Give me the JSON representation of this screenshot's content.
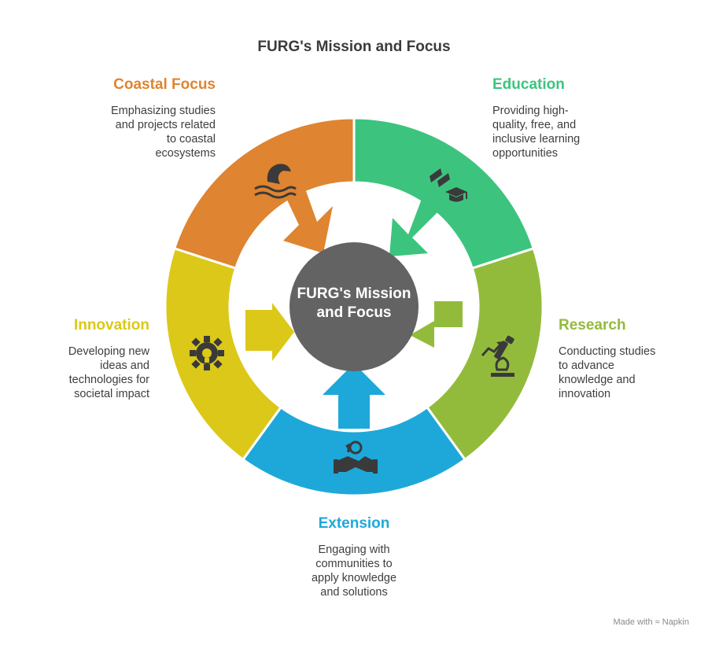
{
  "title": "FURG's Mission and Focus",
  "center": {
    "line1": "FURG's Mission",
    "line2": "and Focus"
  },
  "segments": [
    {
      "id": "education",
      "title": "Education",
      "color": "#3cc47f",
      "description": "Providing high-quality, free, and inclusive learning opportunities",
      "lines": [
        "Providing high-",
        "quality, free, and",
        "inclusive learning",
        "opportunities"
      ],
      "icon": "graduation-cap-icon"
    },
    {
      "id": "research",
      "title": "Research",
      "color": "#93bb3b",
      "description": "Conducting studies to advance knowledge and innovation",
      "lines": [
        "Conducting studies",
        "to advance",
        "knowledge and",
        "innovation"
      ],
      "icon": "microscope-icon"
    },
    {
      "id": "extension",
      "title": "Extension",
      "color": "#1ea8d9",
      "description": "Engaging with communities to apply knowledge and solutions",
      "lines": [
        "Engaging with",
        "communities to",
        "apply knowledge",
        "and solutions"
      ],
      "icon": "handshake-icon"
    },
    {
      "id": "innovation",
      "title": "Innovation",
      "color": "#dcc818",
      "description": "Developing new ideas and technologies for societal impact",
      "lines": [
        "Developing new",
        "ideas and",
        "technologies for",
        "societal impact"
      ],
      "icon": "gear-bulb-icon"
    },
    {
      "id": "coastal",
      "title": "Coastal Focus",
      "color": "#df8430",
      "description": "Emphasizing studies and projects related to coastal ecosystems",
      "lines": [
        "Emphasizing studies",
        "and projects related",
        "to coastal",
        "ecosystems"
      ],
      "icon": "wave-icon"
    }
  ],
  "footer": {
    "made_with": "Made with",
    "brand": "Napkin"
  },
  "colors": {
    "center": "#636363",
    "icon": "#3a3a3a"
  }
}
